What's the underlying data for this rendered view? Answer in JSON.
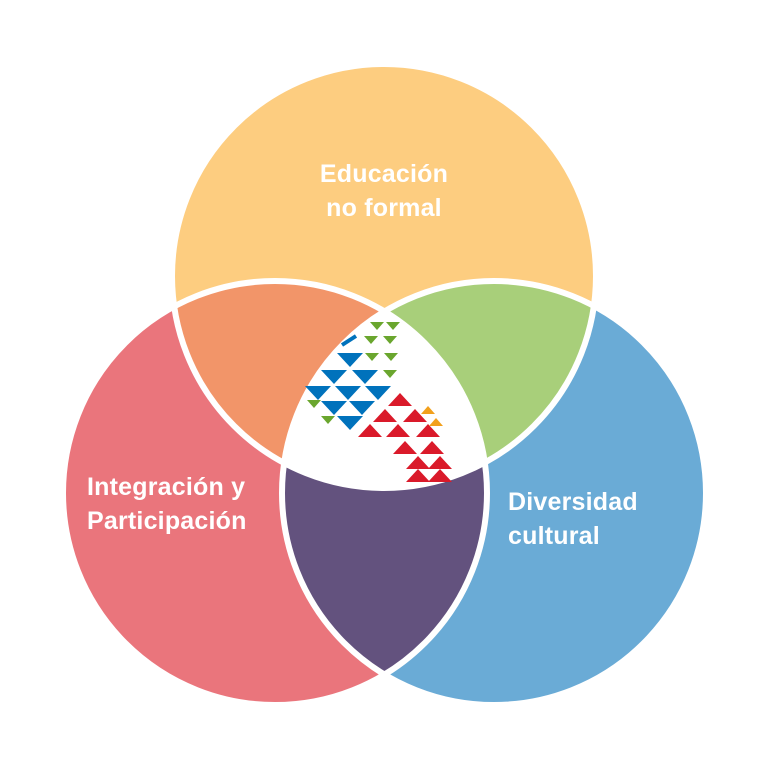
{
  "diagram": {
    "type": "venn",
    "sets": [
      {
        "id": "top",
        "lines": [
          "Educación",
          "no formal"
        ],
        "color": "#FDCD80"
      },
      {
        "id": "left",
        "lines": [
          "Integración y",
          "Participación"
        ],
        "color": "#EA757C"
      },
      {
        "id": "right",
        "lines": [
          "Diversidad",
          "cultural"
        ],
        "color": "#6AABD6"
      }
    ],
    "overlaps": {
      "top_left": "#F29569",
      "top_right": "#A8CF7A",
      "left_right": "#63527E",
      "center": "#FFFFFF"
    },
    "logo_colors": {
      "blue": "#0072BC",
      "green": "#6AA62E",
      "red": "#DA1A2A",
      "orange": "#F2A01C"
    }
  }
}
